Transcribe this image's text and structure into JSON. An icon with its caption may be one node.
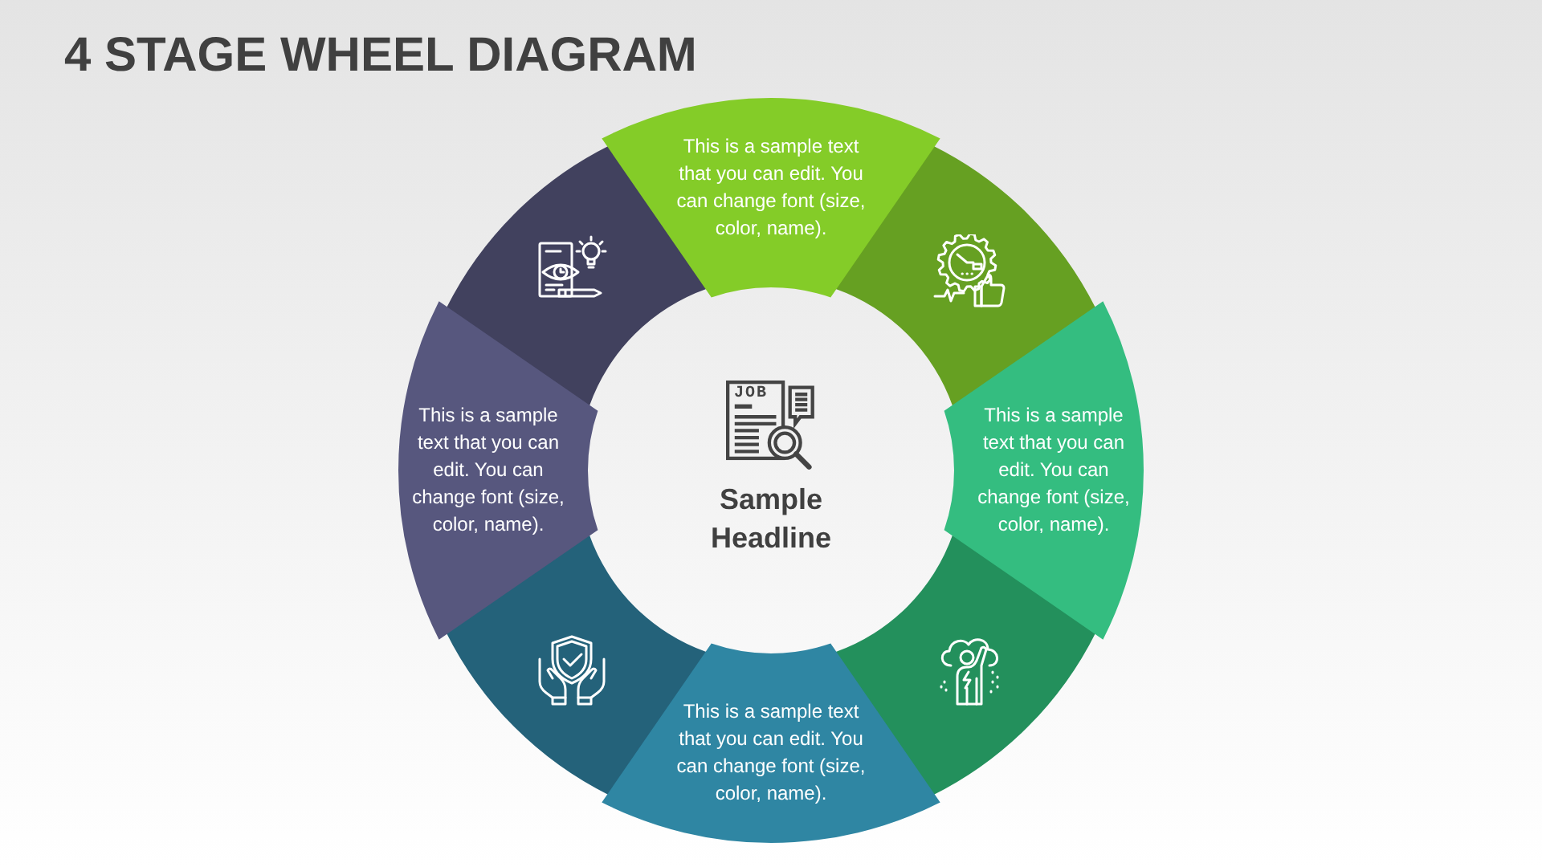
{
  "diagram": {
    "title": "4 STAGE WHEEL DIAGRAM",
    "nodes": [
      {
        "text": [
          "This is a sample text that you can edit. You can change font (size, color, name)."
        ]
      },
      {
        "text": [],
        "shape": "segment"
      },
      {
        "text": [
          "This is a sample text that you can edit. You can change font (size, color, name)."
        ]
      },
      {
        "text": [],
        "shape": "segment"
      },
      {
        "text": [
          "This is a sample text that you can edit. You can change font (size, color, name)."
        ]
      },
      {
        "text": [],
        "shape": "segment"
      },
      {
        "text": [
          "This is a sample text that you can edit. You can change font (size, color, name)."
        ]
      },
      {
        "text": [],
        "shape": "segment"
      }
    ],
    "labels": [
      "JOB",
      "Sample Headline"
    ]
  }
}
